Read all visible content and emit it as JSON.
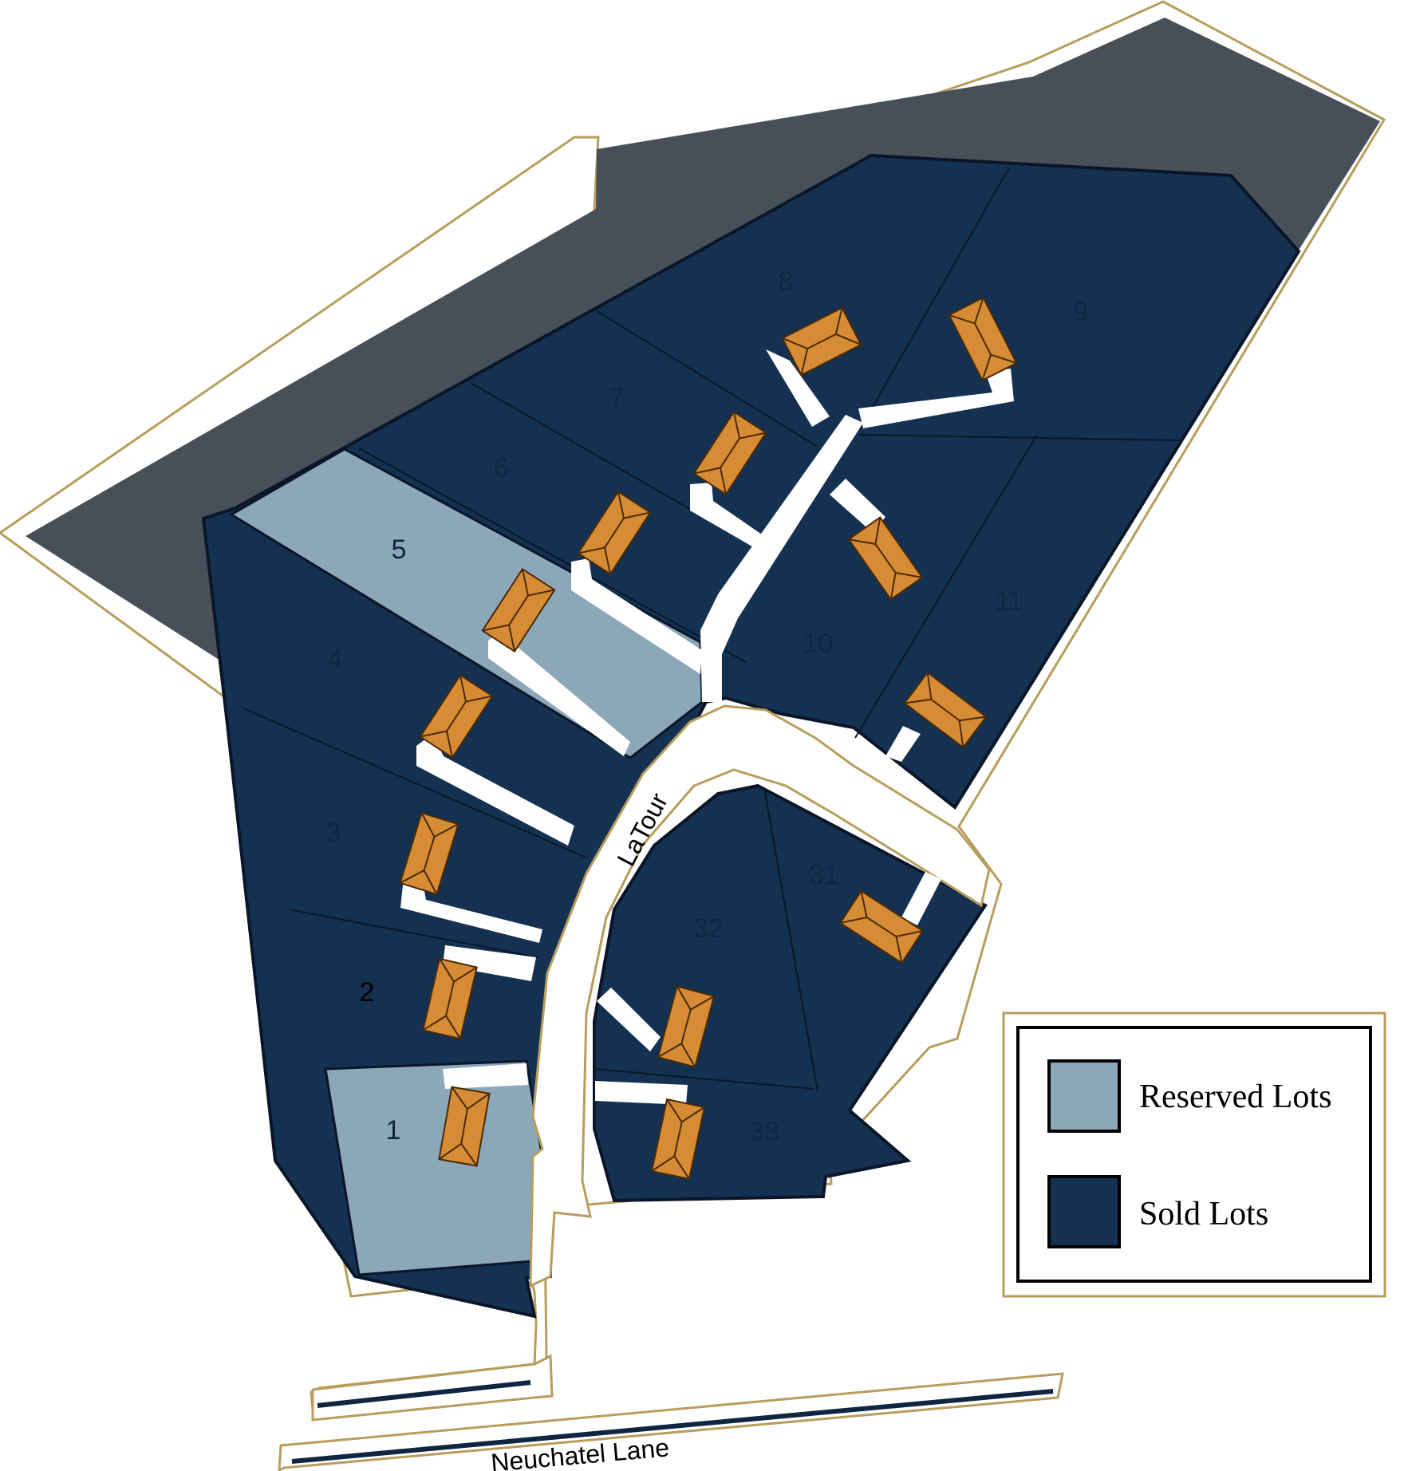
{
  "colors": {
    "sold": "#143152",
    "reserved": "#8ba7b8",
    "common_area": "#474f58",
    "house": "#d58c34",
    "border": "#b89d5c",
    "driveway": "#ffffff"
  },
  "lots": [
    {
      "id": "1",
      "status": "reserved"
    },
    {
      "id": "2",
      "status": "sold"
    },
    {
      "id": "3",
      "status": "sold"
    },
    {
      "id": "4",
      "status": "sold"
    },
    {
      "id": "5",
      "status": "reserved"
    },
    {
      "id": "6",
      "status": "sold"
    },
    {
      "id": "7",
      "status": "sold"
    },
    {
      "id": "8",
      "status": "sold"
    },
    {
      "id": "9",
      "status": "sold"
    },
    {
      "id": "10",
      "status": "sold"
    },
    {
      "id": "11",
      "status": "sold"
    },
    {
      "id": "31",
      "status": "sold"
    },
    {
      "id": "32",
      "status": "sold"
    },
    {
      "id": "33",
      "status": "sold"
    }
  ],
  "streets": {
    "latour": "LaTour",
    "neuchatel": "Neuchatel Lane"
  },
  "legend": {
    "reserved_label": "Reserved Lots",
    "sold_label": "Sold Lots"
  }
}
